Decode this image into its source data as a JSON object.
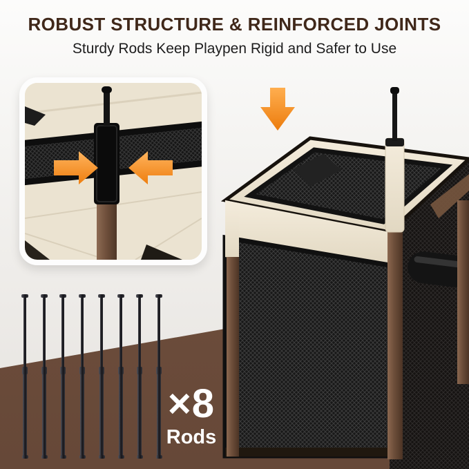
{
  "header": {
    "title": "ROBUST STRUCTURE & REINFORCED JOINTS",
    "subtitle": "Sturdy Rods Keep Playpen Rigid and Safer to Use"
  },
  "rods": {
    "count": 8,
    "multiplier_label": "×8",
    "unit_label": "Rods"
  },
  "icons": {
    "main_pointer": "arrow-down-icon",
    "inset_pointers": [
      "arrow-right-icon",
      "arrow-left-icon"
    ]
  },
  "colors": {
    "headline_text": "#40281a",
    "subtitle_text": "#1d1d1d",
    "accent_orange": "#f6871f",
    "bottom_band_brown": "#6e4e3d",
    "fabric_cream": "#efe7d6",
    "pole_brown": "#6c4d39",
    "mesh_black": "#181818",
    "count_text": "#ffffff"
  }
}
